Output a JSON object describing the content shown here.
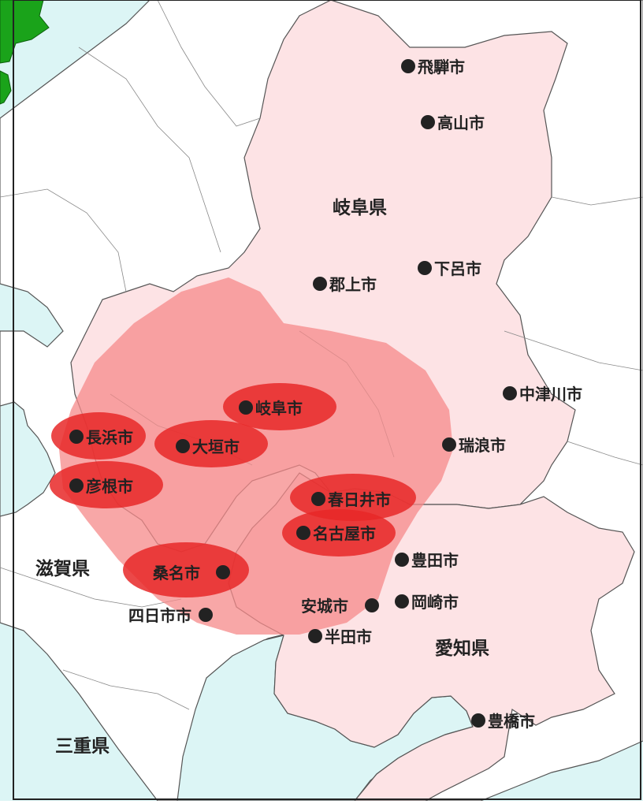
{
  "prefectures": [
    {
      "id": "gifu",
      "label": "岐阜県"
    },
    {
      "id": "aichi",
      "label": "愛知県"
    },
    {
      "id": "shiga",
      "label": "滋賀県"
    },
    {
      "id": "mie",
      "label": "三重県"
    }
  ],
  "cities": [
    {
      "id": "hida",
      "label": "飛騨市"
    },
    {
      "id": "takayama",
      "label": "高山市"
    },
    {
      "id": "gero",
      "label": "下呂市"
    },
    {
      "id": "gujo",
      "label": "郡上市"
    },
    {
      "id": "nakatsugawa",
      "label": "中津川市"
    },
    {
      "id": "mizunami",
      "label": "瑞浪市"
    },
    {
      "id": "gifu-city",
      "label": "岐阜市",
      "highlighted": true
    },
    {
      "id": "nagahama",
      "label": "長浜市",
      "highlighted": true
    },
    {
      "id": "ogaki",
      "label": "大垣市",
      "highlighted": true
    },
    {
      "id": "hikone",
      "label": "彦根市",
      "highlighted": true
    },
    {
      "id": "kasugai",
      "label": "春日井市",
      "highlighted": true
    },
    {
      "id": "nagoya",
      "label": "名古屋市",
      "highlighted": true
    },
    {
      "id": "kuwana",
      "label": "桑名市",
      "highlighted": true
    },
    {
      "id": "toyota",
      "label": "豊田市"
    },
    {
      "id": "okazaki",
      "label": "岡崎市"
    },
    {
      "id": "anjo",
      "label": "安城市"
    },
    {
      "id": "handa",
      "label": "半田市"
    },
    {
      "id": "yokkaichi",
      "label": "四日市市"
    },
    {
      "id": "toyohashi",
      "label": "豊橋市"
    }
  ],
  "colors": {
    "sea": "#dcf5f5",
    "land": "#ffffff",
    "gifu_aichi_fill": "#fde3e5",
    "region_fill": "#f58a8a",
    "highlight_fill": "#e82828",
    "border": "#444444",
    "marker_inset": "#1aa31a"
  }
}
